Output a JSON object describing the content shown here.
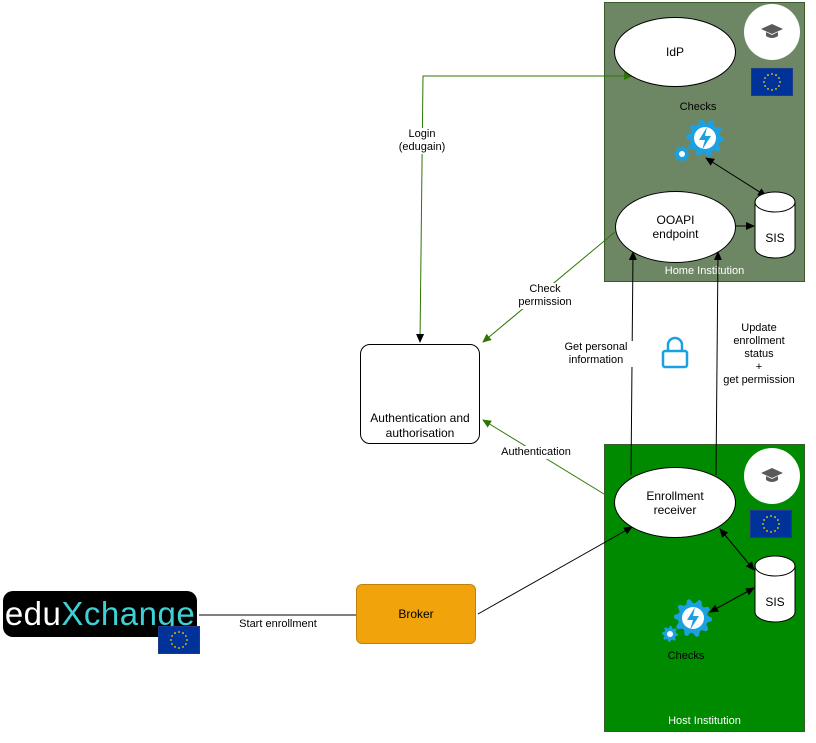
{
  "colors": {
    "home_fill": "#6d8764",
    "host_fill": "#008a00",
    "edge_green": "#2d7600",
    "edge_black": "#000000",
    "broker_fill": "#f0a30a",
    "gear_blue": "#1ba1e2",
    "eu_blue": "#003399",
    "eu_star": "#ffcc00"
  },
  "home": {
    "label": "Home Institution",
    "idp": "IdP",
    "checks": "Checks",
    "endpoint": "OOAPI\nendpoint",
    "sis": "SIS",
    "avatar_icon": "graduation-cap-icon",
    "flag_icon": "eu-flag-icon",
    "gear_icon": "gear-lightning-icon"
  },
  "host": {
    "label": "Host Institution",
    "receiver": "Enrollment\nreceiver",
    "sis": "SIS",
    "checks": "Checks",
    "avatar_icon": "graduation-cap-icon",
    "flag_icon": "eu-flag-icon",
    "gear_icon": "gear-lightning-icon"
  },
  "auth_box": "Authentication and\nauthorisation",
  "broker": "Broker",
  "logo": {
    "part1": "edu",
    "part2": "Xchange"
  },
  "edges": {
    "login": "Login\n(edugain)",
    "check_permission": "Check\npermission",
    "get_personal": "Get personal\ninformation",
    "update_status": "Update\nenrollment\nstatus\n+\nget permission",
    "authentication": "Authentication",
    "start_enrollment": "Start enrollment"
  },
  "lock_icon": "lock-icon"
}
